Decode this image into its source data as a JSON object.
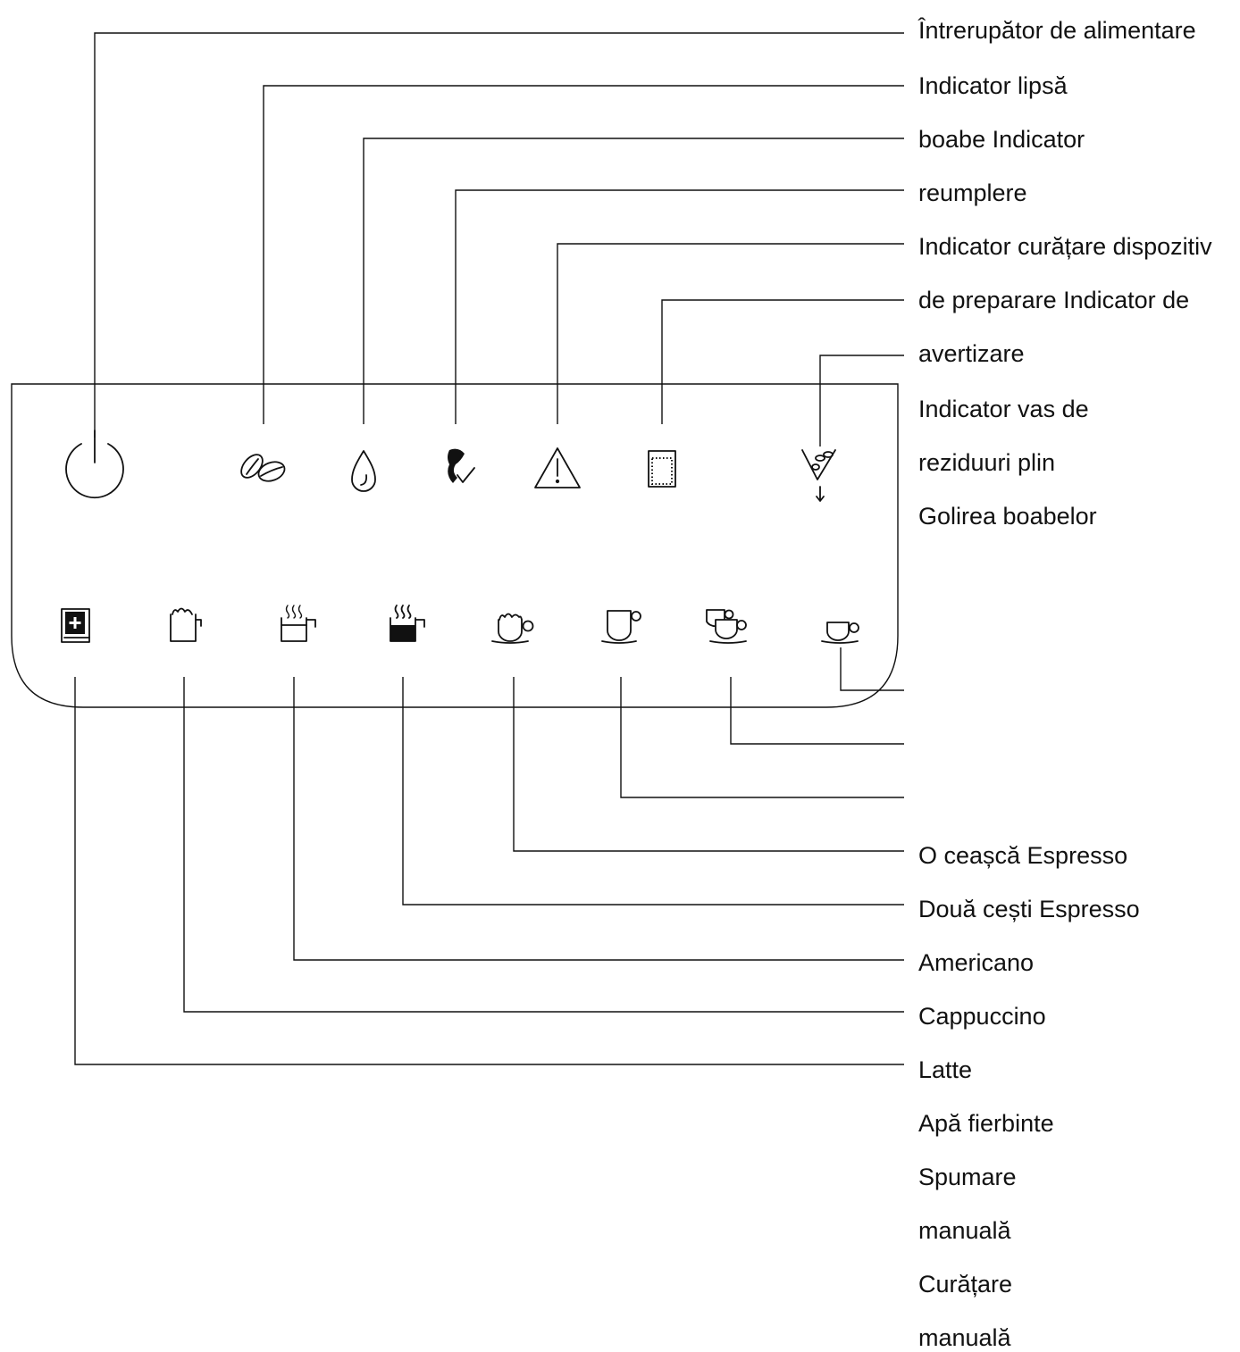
{
  "labels": [
    "Întrerupător de alimentare",
    "Indicator lipsă",
    "boabe Indicator",
    "reumplere",
    "Indicator curățare dispozitiv",
    "de preparare Indicator de",
    "avertizare",
    "Indicator vas de",
    "reziduuri plin",
    "Golirea boabelor",
    "O ceașcă Espresso",
    "Două cești Espresso",
    "Americano",
    "Cappuccino",
    "Latte",
    "Apă fierbinte",
    "Spumare",
    "manuală",
    "Curățare",
    "manuală"
  ],
  "icons": {
    "top_row": [
      "power-icon",
      "coffee-beans-icon",
      "water-drop-icon",
      "brew-unit-clean-icon",
      "warning-icon",
      "waste-container-icon",
      "empty-beans-icon"
    ],
    "bottom_row": [
      "manual-clean-icon",
      "manual-froth-icon",
      "hot-water-icon",
      "latte-icon",
      "cappuccino-icon",
      "americano-icon",
      "double-espresso-icon",
      "single-espresso-icon"
    ]
  },
  "colors": {
    "line": "#111111",
    "background": "#ffffff"
  }
}
